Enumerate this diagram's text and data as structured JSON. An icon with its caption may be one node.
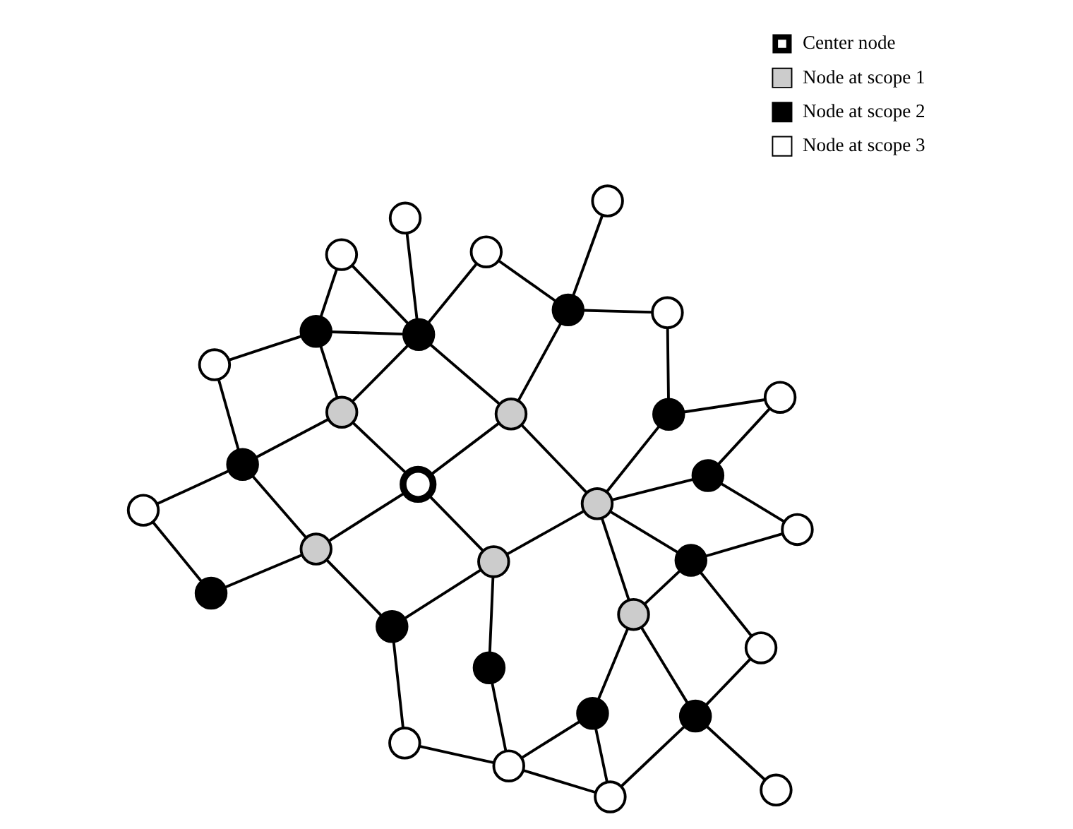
{
  "diagram": {
    "nodes": [
      {
        "text": [],
        "shape": "circle"
      },
      {
        "text": [],
        "shape": "circle"
      },
      {
        "text": [],
        "shape": "circle"
      },
      {
        "text": [],
        "shape": "circle"
      },
      {
        "text": [],
        "shape": "circle"
      },
      {
        "text": [],
        "shape": "circle"
      },
      {
        "text": [],
        "shape": "circle"
      },
      {
        "text": [],
        "shape": "circle"
      },
      {
        "text": [],
        "shape": "circle"
      },
      {
        "text": [],
        "shape": "circle"
      },
      {
        "text": [],
        "shape": "circle"
      },
      {
        "text": [],
        "shape": "circle"
      },
      {
        "text": [],
        "shape": "circle"
      },
      {
        "text": [],
        "shape": "circle"
      },
      {
        "text": [],
        "shape": "circle"
      },
      {
        "text": [],
        "shape": "circle"
      },
      {
        "text": [],
        "shape": "circle"
      },
      {
        "text": [],
        "shape": "circle"
      },
      {
        "text": [],
        "shape": "circle"
      },
      {
        "text": [],
        "shape": "circle"
      },
      {
        "text": [],
        "shape": "circle"
      },
      {
        "text": [],
        "shape": "circle"
      },
      {
        "text": [],
        "shape": "circle"
      },
      {
        "text": [],
        "shape": "circle"
      },
      {
        "text": [],
        "shape": "circle"
      },
      {
        "text": [],
        "shape": "circle"
      },
      {
        "text": [],
        "shape": "circle"
      },
      {
        "text": [],
        "shape": "circle"
      },
      {
        "text": [],
        "shape": "circle"
      },
      {
        "text": [],
        "shape": "circle"
      },
      {
        "text": [],
        "shape": "circle"
      },
      {
        "text": [],
        "shape": "circle"
      },
      {
        "text": [],
        "shape": "circle"
      }
    ],
    "edges": [
      {
        "from": 1,
        "to": 3,
        "arrow": "none"
      },
      {
        "from": 1,
        "to": 0,
        "arrow": "none"
      },
      {
        "from": 0,
        "to": 4,
        "arrow": "none"
      },
      {
        "from": 0,
        "to": 5,
        "arrow": "none"
      },
      {
        "from": 0,
        "to": 2,
        "arrow": "none"
      },
      {
        "from": 2,
        "to": 5,
        "arrow": "none"
      },
      {
        "from": 2,
        "to": 9,
        "arrow": "none"
      },
      {
        "from": 7,
        "to": 9,
        "arrow": "none"
      },
      {
        "from": 9,
        "to": 10,
        "arrow": "none"
      },
      {
        "from": 9,
        "to": 13,
        "arrow": "none"
      },
      {
        "from": 15,
        "to": 13,
        "arrow": "none"
      },
      {
        "from": 15,
        "to": 17,
        "arrow": "none"
      },
      {
        "from": 10,
        "to": 15,
        "arrow": "none"
      },
      {
        "from": 15,
        "to": 22,
        "arrow": "none"
      },
      {
        "from": 23,
        "to": 22,
        "arrow": "none"
      },
      {
        "from": 23,
        "to": 28,
        "arrow": "none"
      },
      {
        "from": 25,
        "to": 28,
        "arrow": "none"
      },
      {
        "from": 26,
        "to": 31,
        "arrow": "none"
      },
      {
        "from": 26,
        "to": 32,
        "arrow": "none"
      },
      {
        "from": 25,
        "to": 32,
        "arrow": "none"
      },
      {
        "from": 17,
        "to": 23,
        "arrow": "none"
      },
      {
        "from": 17,
        "to": 25,
        "arrow": "none"
      },
      {
        "from": 21,
        "to": 26,
        "arrow": "none"
      },
      {
        "from": 17,
        "to": 21,
        "arrow": "none"
      },
      {
        "from": 17,
        "to": 12,
        "arrow": "none"
      },
      {
        "from": 17,
        "to": 10,
        "arrow": "none"
      },
      {
        "from": 16,
        "to": 11,
        "arrow": "none"
      },
      {
        "from": 16,
        "to": 12,
        "arrow": "none"
      },
      {
        "from": 16,
        "to": 18,
        "arrow": "none"
      },
      {
        "from": 16,
        "to": 21,
        "arrow": "none"
      },
      {
        "from": 11,
        "to": 8,
        "arrow": "none"
      },
      {
        "from": 11,
        "to": 3,
        "arrow": "none"
      },
      {
        "from": 11,
        "to": 14,
        "arrow": "none"
      },
      {
        "from": 12,
        "to": 3,
        "arrow": "none"
      },
      {
        "from": 12,
        "to": 4,
        "arrow": "none"
      },
      {
        "from": 10,
        "to": 5,
        "arrow": "none"
      },
      {
        "from": 18,
        "to": 14,
        "arrow": "none"
      },
      {
        "from": 18,
        "to": 20,
        "arrow": "none"
      },
      {
        "from": 18,
        "to": 24,
        "arrow": "none"
      },
      {
        "from": 21,
        "to": 24,
        "arrow": "none"
      },
      {
        "from": 8,
        "to": 6,
        "arrow": "none"
      },
      {
        "from": 6,
        "to": 14,
        "arrow": "none"
      },
      {
        "from": 14,
        "to": 19,
        "arrow": "none"
      },
      {
        "from": 19,
        "to": 20,
        "arrow": "none"
      },
      {
        "from": 20,
        "to": 24,
        "arrow": "none"
      },
      {
        "from": 20,
        "to": 27,
        "arrow": "none"
      },
      {
        "from": 24,
        "to": 27,
        "arrow": "none"
      },
      {
        "from": 24,
        "to": 29,
        "arrow": "none"
      },
      {
        "from": 24,
        "to": 30,
        "arrow": "none"
      },
      {
        "from": 30,
        "to": 26,
        "arrow": "none"
      }
    ],
    "legend": [
      {
        "text": "Center node"
      },
      {
        "text": "Node at scope 1",
        "color": "#cccccc"
      },
      {
        "text": "Node at scope 2",
        "color": "#000000"
      },
      {
        "text": "Node at scope 3",
        "color": "#ffffff"
      }
    ]
  }
}
